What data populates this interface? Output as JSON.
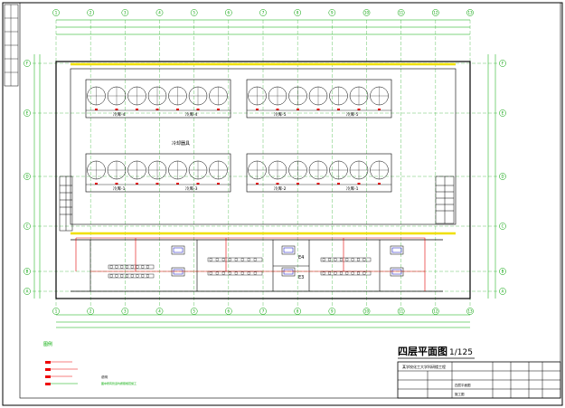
{
  "drawing": {
    "title": "四层平面图",
    "scale": "1/125",
    "hall_label": "冷却器具",
    "fridge_labels": [
      "冷库-4",
      "冷库-4",
      "冷库-5",
      "冷库-5",
      "冷库-1",
      "冷库-3",
      "冷库-2",
      "冷库-1"
    ],
    "room_labels": [
      "E4",
      "E3"
    ],
    "legend_heading": "图例",
    "note_heading": "说明",
    "note_text": "图中所有管道均按照规范施工"
  },
  "axes": {
    "rows": [
      "A",
      "B",
      "C",
      "D",
      "E",
      "F"
    ],
    "cols": [
      "1",
      "2",
      "3",
      "4",
      "5",
      "6",
      "7",
      "8",
      "9",
      "10",
      "11",
      "12",
      "13"
    ]
  },
  "title_block": {
    "project": "某学校化工大学科研楼工程",
    "sheet_name": "四层平面图",
    "phase": "施工图"
  },
  "colors": {
    "wall": "#000000",
    "axis": "#00a000",
    "pipe": "#e00000",
    "corridor": "#f0e000",
    "equipment": "#0000c0",
    "dimension": "#00a000"
  }
}
